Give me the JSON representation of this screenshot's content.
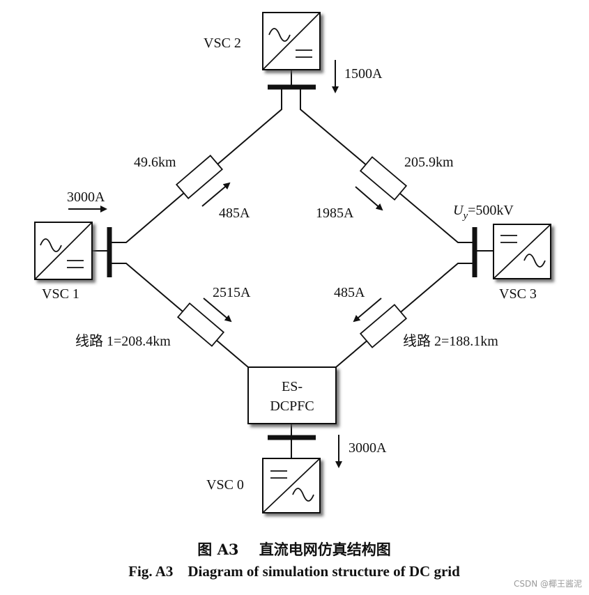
{
  "nodes": {
    "vsc0": "VSC 0",
    "vsc1": "VSC 1",
    "vsc2": "VSC 2",
    "vsc3": "VSC 3",
    "dcpfc_line1": "ES-",
    "dcpfc_line2": "DCPFC"
  },
  "lines": {
    "vsc1_vsc2_length": "49.6km",
    "vsc2_vsc3_length": "205.9km",
    "line1": "线路 1=208.4km",
    "line2": "线路 2=188.1km"
  },
  "currents": {
    "vsc2_injection": "1500A",
    "vsc1_injection": "3000A",
    "vsc0_injection": "3000A",
    "line_vsc1_vsc2": "485A",
    "line_vsc2_vsc3": "1985A",
    "line1": "2515A",
    "line2": "485A"
  },
  "voltage": {
    "symbol": "U",
    "subscript": "y",
    "value": "=500kV"
  },
  "caption": {
    "chinese": "图 A3    直流电网仿真结构图",
    "english": "Fig. A3    Diagram of simulation structure of DC grid"
  },
  "watermark": "CSDN @椰王酱泥"
}
